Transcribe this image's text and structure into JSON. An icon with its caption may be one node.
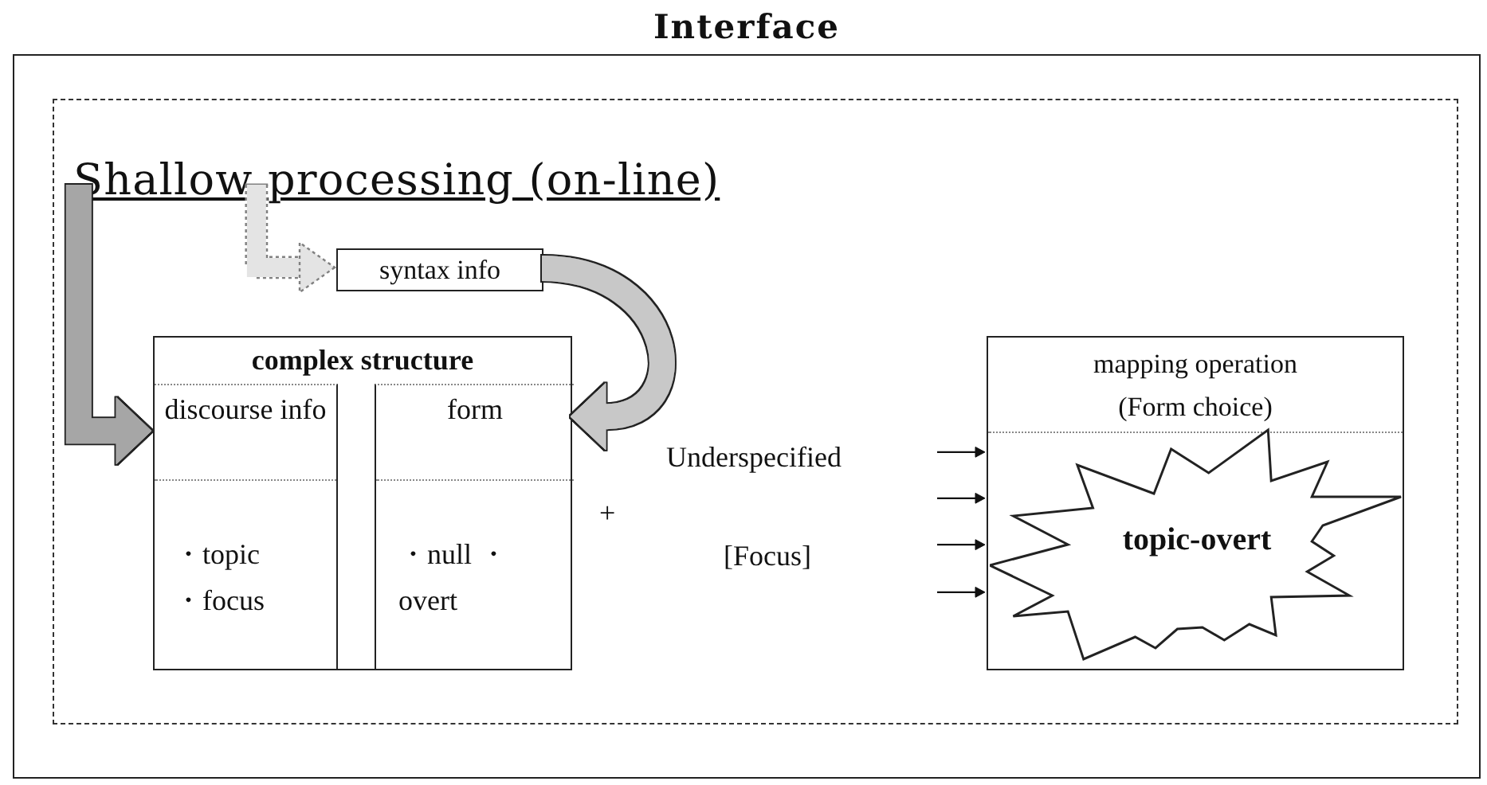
{
  "diagram": {
    "nodes": [
      {
        "text": [
          "Interface"
        ]
      },
      {
        "text": [
          "Shallow processing (on-line)"
        ],
        "in": 0
      },
      {
        "text": [
          "syntax info"
        ],
        "in": 1
      },
      {
        "text": [
          "complex structure"
        ],
        "in": 1
      },
      {
        "text": [
          "discourse info",
          "・topic ・focus"
        ],
        "in": 3
      },
      {
        "text": [
          "form",
          "・null ・overt"
        ],
        "in": 3
      },
      {
        "text": [
          "mapping operation (Form choice)"
        ],
        "in": 1
      },
      {
        "text": [
          "topic-overt"
        ],
        "in": 6
      }
    ],
    "edges": [
      {
        "from": 1,
        "to": 4,
        "arrow": "to",
        "style": "thick",
        "color": "#a6a6a6"
      },
      {
        "from": 1,
        "to": 2,
        "arrow": "to",
        "style": "dashed",
        "color": "#808080"
      },
      {
        "from": 2,
        "to": 5,
        "arrow": "to",
        "style": "thick",
        "color": "#c8c8c8"
      },
      {
        "from": null,
        "to": 6,
        "arrow": "to"
      },
      {
        "from": null,
        "to": 6,
        "arrow": "to"
      },
      {
        "from": null,
        "to": 6,
        "arrow": "to"
      },
      {
        "from": null,
        "to": 6,
        "arrow": "to"
      }
    ],
    "labels": [
      "Underspecified",
      "+",
      "[Focus]"
    ]
  }
}
